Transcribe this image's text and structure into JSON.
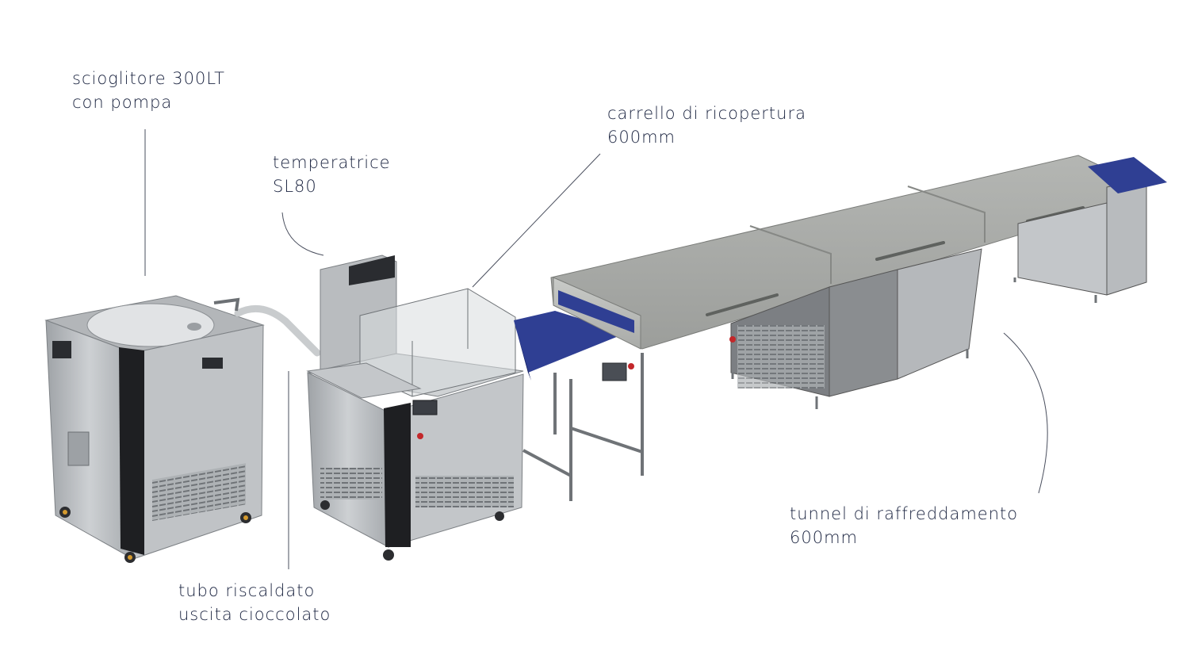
{
  "labels": {
    "melter": {
      "line1": "scioglitore 300LT",
      "line2": "con pompa"
    },
    "tempering": {
      "line1": "temperatrice",
      "line2": "SL80"
    },
    "coating_cart": {
      "line1": "carrello di ricopertura",
      "line2": "600mm"
    },
    "cooling_tunnel": {
      "line1": "tunnel di raffreddamento",
      "line2": "600mm"
    },
    "heated_pipe": {
      "line1": "tubo riscaldato",
      "line2": "uscita cioccolato"
    }
  },
  "colors": {
    "text": "#1b2440",
    "steel": "#b9bcbf",
    "steel_dark": "#8e9296",
    "tunnel_top": "#a9aba7",
    "belt": "#2f3f93"
  }
}
